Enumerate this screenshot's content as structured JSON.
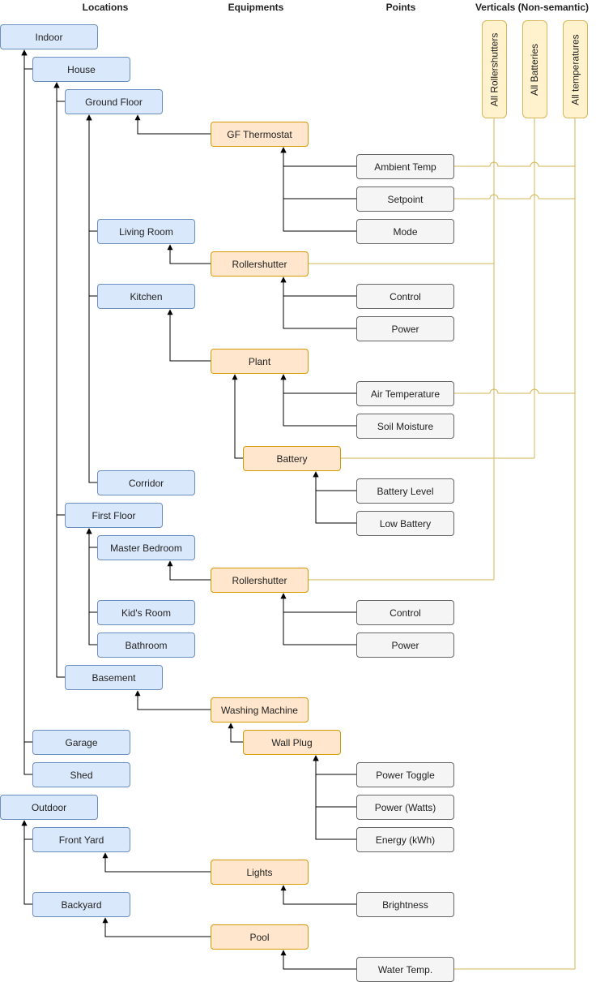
{
  "headers": {
    "locations": "Locations",
    "equipments": "Equipments",
    "points": "Points",
    "verticals": "Verticals (Non-semantic)"
  },
  "locations": {
    "indoor": "Indoor",
    "house": "House",
    "ground_floor": "Ground Floor",
    "living_room": "Living Room",
    "kitchen": "Kitchen",
    "corridor": "Corridor",
    "first_floor": "First Floor",
    "master_bedroom": "Master Bedroom",
    "kids_room": "Kid's Room",
    "bathroom": "Bathroom",
    "basement": "Basement",
    "garage": "Garage",
    "shed": "Shed",
    "outdoor": "Outdoor",
    "front_yard": "Front Yard",
    "backyard": "Backyard"
  },
  "equipments": {
    "gf_thermostat": "GF Thermostat",
    "rollershutter_gf": "Rollershutter",
    "plant": "Plant",
    "battery": "Battery",
    "rollershutter_ff": "Rollershutter",
    "washing_machine": "Washing Machine",
    "wall_plug": "Wall Plug",
    "lights": "Lights",
    "pool": "Pool"
  },
  "points": {
    "ambient_temp": "Ambient Temp",
    "setpoint": "Setpoint",
    "mode": "Mode",
    "control_gf": "Control",
    "power_gf": "Power",
    "air_temperature": "Air Temperature",
    "soil_moisture": "Soil Moisture",
    "battery_level": "Battery Level",
    "low_battery": "Low Battery",
    "control_ff": "Control",
    "power_ff": "Power",
    "power_toggle": "Power Toggle",
    "power_watts": "Power (Watts)",
    "energy_kwh": "Energy (kWh)",
    "brightness": "Brightness",
    "water_temp": "Water Temp."
  },
  "verticals": {
    "all_rollershutters": "All Rollershutters",
    "all_batteries": "All Batteries",
    "all_temperatures": "All temperatures"
  },
  "colors": {
    "location_fill": "#dae8fc",
    "location_stroke": "#6c8ebf",
    "equipment_fill": "#ffe6cc",
    "equipment_stroke": "#d79b00",
    "point_fill": "#f5f5f5",
    "point_stroke": "#666666",
    "vertical_fill": "#fff2cc",
    "vertical_stroke": "#d6b656",
    "connector": "#000000"
  }
}
